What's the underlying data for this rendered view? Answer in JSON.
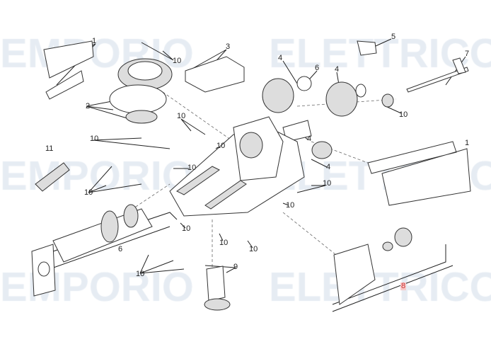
{
  "watermark": "EMPORIO ELETTRICO",
  "labels": [
    "1",
    "10",
    "3",
    "5",
    "4",
    "6",
    "7",
    "4",
    "2",
    "10",
    "10",
    "10",
    "4",
    "1",
    "11",
    "10",
    "4",
    "10",
    "10",
    "10",
    "10",
    "10",
    "6",
    "10",
    "10",
    "10",
    "9",
    "8"
  ],
  "highlight_color": "#f7c9c9"
}
